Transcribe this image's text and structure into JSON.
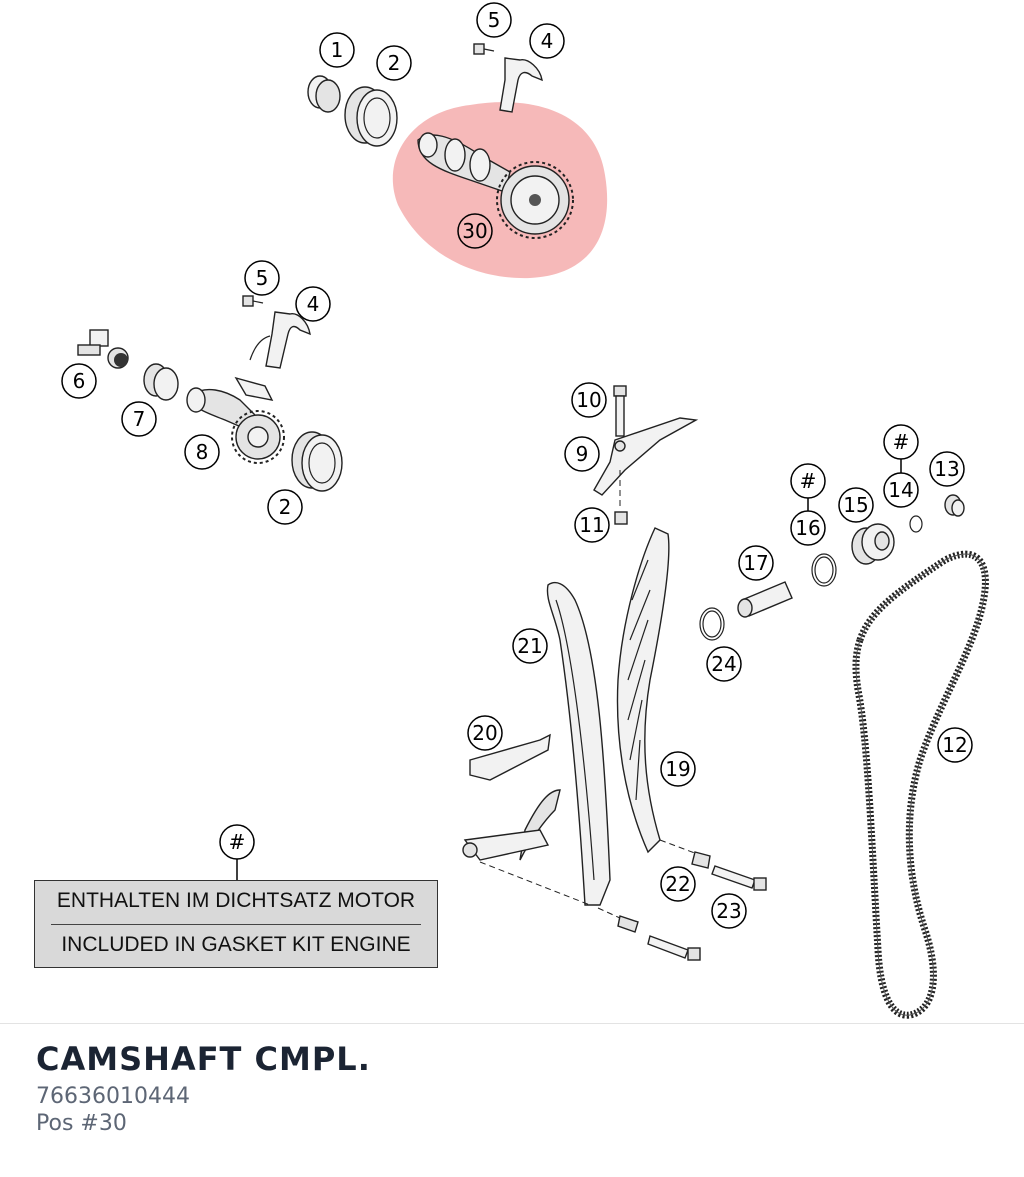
{
  "callouts": {
    "c1": "1",
    "c2a": "2",
    "c5a": "5",
    "c4a": "4",
    "c30": "30",
    "c5b": "5",
    "c4b": "4",
    "c6": "6",
    "c7": "7",
    "c8": "8",
    "c2b": "2",
    "c10": "10",
    "c9": "9",
    "c11": "11",
    "c16h": "#",
    "c16": "16",
    "c14h": "#",
    "c14": "14",
    "c13": "13",
    "c15": "15",
    "c17": "17",
    "c24": "24",
    "c21": "21",
    "c20": "20",
    "c19": "19",
    "c12": "12",
    "c22": "22",
    "c23": "23",
    "clegend": "#"
  },
  "legend": {
    "line_de": "ENTHALTEN IM DICHTSATZ MOTOR",
    "line_en": "INCLUDED IN GASKET KIT ENGINE"
  },
  "highlight_color": "#f08a8a",
  "footer": {
    "title": "CAMSHAFT CMPL.",
    "part_number": "76636010444",
    "position": "Pos #30"
  }
}
